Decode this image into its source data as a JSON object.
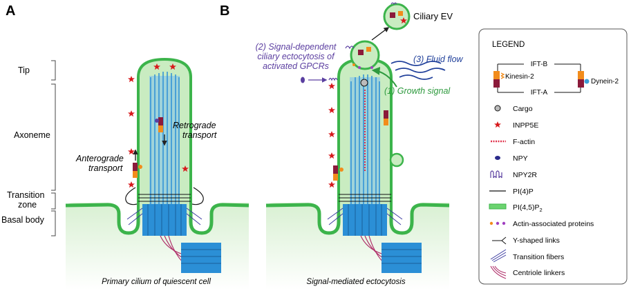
{
  "panels": {
    "a": {
      "letter": "A",
      "caption": "Primary cilium of quiescent cell",
      "regions": {
        "tip": "Tip",
        "axoneme": "Axoneme",
        "transition_zone_1": "Transition",
        "transition_zone_2": "zone",
        "basal_body": "Basal body"
      },
      "retrograde_1": "Retrograde",
      "retrograde_2": "transport",
      "anterograde_1": "Anterograde",
      "anterograde_2": "transport"
    },
    "b": {
      "letter": "B",
      "caption": "Signal-mediated ectocytosis",
      "ciliary_ev": "Ciliary EV",
      "signal_1": "(2) Signal-dependent",
      "signal_2": "ciliary ectocytosis of",
      "signal_3": "activated GPCRs",
      "fluid_flow": "(3) Fluid flow",
      "growth_signal": "(1) Growth signal"
    }
  },
  "legend": {
    "title": "LEGEND",
    "ift_b": "IFT-B",
    "ift_a": "IFT-A",
    "kinesin": "Kinesin-2",
    "dynein": "Dynein-2",
    "items": [
      {
        "label": "Cargo",
        "icon": "cargo"
      },
      {
        "label": "INPP5E",
        "icon": "star"
      },
      {
        "label": "F-actin",
        "icon": "factin"
      },
      {
        "label": "NPY",
        "icon": "npy"
      },
      {
        "label": "NPY2R",
        "icon": "npy2r"
      },
      {
        "label": "PI(4)P",
        "icon": "pi4p"
      },
      {
        "label": "PI(4,5)P",
        "icon": "pi45p2",
        "subscript": "2"
      },
      {
        "label": "Actin-associated proteins",
        "icon": "actin-dots"
      },
      {
        "label": "Y-shaped links",
        "icon": "y-link"
      },
      {
        "label": "Transition fibers",
        "icon": "fibers"
      },
      {
        "label": "Centriole linkers",
        "icon": "linkers"
      }
    ]
  },
  "colors": {
    "cilium_fill": "#c9ecc1",
    "membrane_green": "#3cb44b",
    "microtubule_blue": "#2b8fd6",
    "star_red": "#d7191c",
    "purple": "#5a3fa0",
    "signal_purple": "#5b3ea0",
    "growth_green": "#2e9a3e",
    "flow_blue": "#1f3f9a",
    "kinesin_orange": "#f28c1b",
    "maroon": "#8b1a3a",
    "factin": "#e0304a"
  }
}
